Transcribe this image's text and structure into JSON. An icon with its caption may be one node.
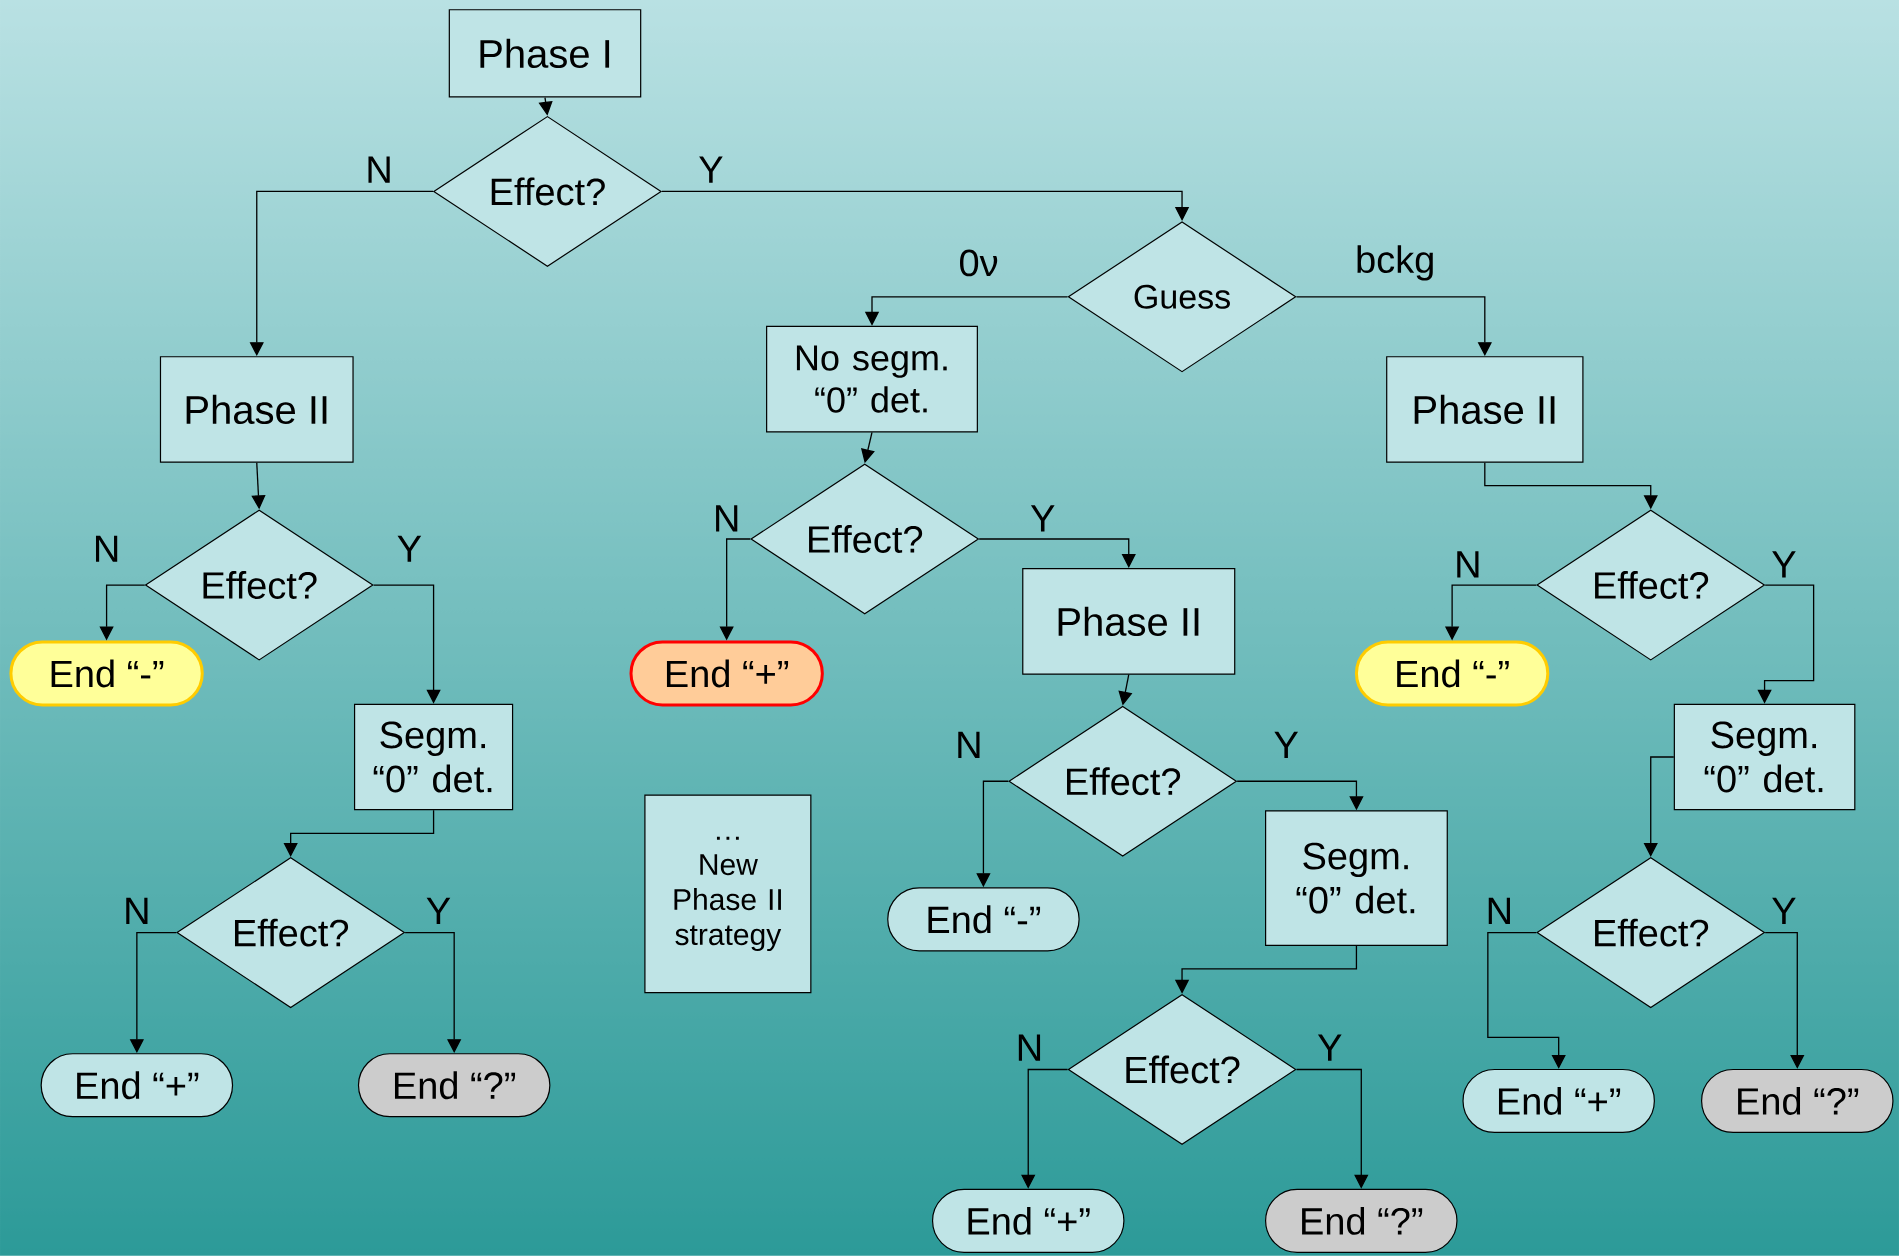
{
  "diagram": {
    "nodes": [
      {
        "text": [
          "Phase I"
        ]
      },
      {
        "text": [
          "Effect?"
        ]
      },
      {
        "text": [
          "Guess"
        ]
      },
      {
        "text": [
          "Phase II"
        ]
      },
      {
        "text": [
          "Effect?"
        ]
      },
      {
        "text": [
          "End “-”"
        ]
      },
      {
        "text": [
          "Segm. “0” det."
        ]
      },
      {
        "text": [
          "Effect?"
        ]
      },
      {
        "text": [
          "End “+”"
        ]
      },
      {
        "text": [
          "End “?”"
        ]
      },
      {
        "text": [
          "No segm. “0” det."
        ]
      },
      {
        "text": [
          "Effect?"
        ]
      },
      {
        "text": [
          "End “+”"
        ]
      },
      {
        "text": [
          "Phase II"
        ]
      },
      {
        "text": [
          "Effect?"
        ]
      },
      {
        "text": [
          "End “-”"
        ]
      },
      {
        "text": [
          "Segm. “0” det."
        ]
      },
      {
        "text": [
          "Effect?"
        ]
      },
      {
        "text": [
          "End “+”"
        ]
      },
      {
        "text": [
          "End “?”"
        ]
      },
      {
        "text": [
          "Phase II"
        ]
      },
      {
        "text": [
          "Effect?"
        ]
      },
      {
        "text": [
          "End “-”"
        ]
      },
      {
        "text": [
          "Segm. “0” det."
        ]
      },
      {
        "text": [
          "Effect?"
        ]
      },
      {
        "text": [
          "End “+”"
        ]
      },
      {
        "text": [
          "End “?”"
        ]
      },
      {
        "text": [
          "…",
          "New Phase II strategy"
        ]
      }
    ],
    "edges": [
      {
        "from": 0,
        "to": 1,
        "arrow": "to"
      },
      {
        "from": 1,
        "to": 3,
        "arrow": "to",
        "label": "N"
      },
      {
        "from": 1,
        "to": 2,
        "arrow": "to",
        "label": "Y"
      },
      {
        "from": 2,
        "to": 10,
        "arrow": "to",
        "label": "0ν"
      },
      {
        "from": 2,
        "to": 20,
        "arrow": "to",
        "label": "bckg"
      },
      {
        "from": 3,
        "to": 4,
        "arrow": "to"
      },
      {
        "from": 4,
        "to": 5,
        "arrow": "to",
        "label": "N"
      },
      {
        "from": 4,
        "to": 6,
        "arrow": "to",
        "label": "Y"
      },
      {
        "from": 6,
        "to": 7,
        "arrow": "to"
      },
      {
        "from": 7,
        "to": 8,
        "arrow": "to",
        "label": "N"
      },
      {
        "from": 7,
        "to": 9,
        "arrow": "to",
        "label": "Y"
      },
      {
        "from": 10,
        "to": 11,
        "arrow": "to"
      },
      {
        "from": 11,
        "to": 12,
        "arrow": "to",
        "label": "N"
      },
      {
        "from": 11,
        "to": 13,
        "arrow": "to",
        "label": "Y"
      },
      {
        "from": 13,
        "to": 14,
        "arrow": "to"
      },
      {
        "from": 14,
        "to": 15,
        "arrow": "to",
        "label": "N"
      },
      {
        "from": 14,
        "to": 16,
        "arrow": "to",
        "label": "Y"
      },
      {
        "from": 16,
        "to": 17,
        "arrow": "to"
      },
      {
        "from": 17,
        "to": 18,
        "arrow": "to",
        "label": "N"
      },
      {
        "from": 17,
        "to": 19,
        "arrow": "to",
        "label": "Y"
      },
      {
        "from": 20,
        "to": 21,
        "arrow": "to"
      },
      {
        "from": 21,
        "to": 22,
        "arrow": "to",
        "label": "N"
      },
      {
        "from": 21,
        "to": 23,
        "arrow": "to",
        "label": "Y"
      },
      {
        "from": 23,
        "to": 24,
        "arrow": "to"
      },
      {
        "from": 24,
        "to": 25,
        "arrow": "to",
        "label": "N"
      },
      {
        "from": 24,
        "to": 26,
        "arrow": "to",
        "label": "Y"
      }
    ]
  }
}
